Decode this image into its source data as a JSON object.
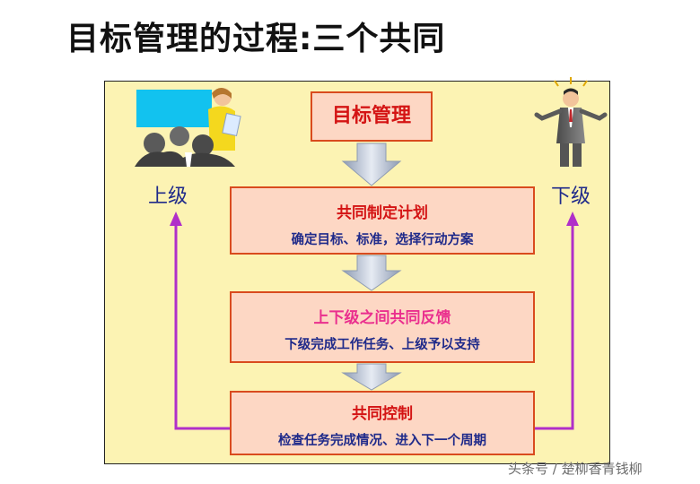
{
  "title": "目标管理的过程:三个共同",
  "diagram": {
    "top_box": "目标管理",
    "left_label": "上级",
    "right_label": "下级",
    "steps": [
      {
        "heading": "共同制定计划",
        "detail": "确定目标、标准，选择行动方案"
      },
      {
        "heading": "上下级之间共同反馈",
        "detail": "下级完成工作任务、上级予以支持"
      },
      {
        "heading": "共同控制",
        "detail": "检查任务完成情况、进入下一个周期"
      }
    ],
    "colors": {
      "panel_bg": "#fcf3b3",
      "box_fill": "#fdd7c4",
      "box_border": "#d94b1e",
      "heading_red": "#d41414",
      "heading_pink": "#ea2f8e",
      "detail_blue": "#1f2a8a",
      "feedback_arrow": "#b02fc9",
      "flow_arrow": "#b8c2d4"
    }
  },
  "watermark": "头条号 / 楚柳香青钱柳"
}
